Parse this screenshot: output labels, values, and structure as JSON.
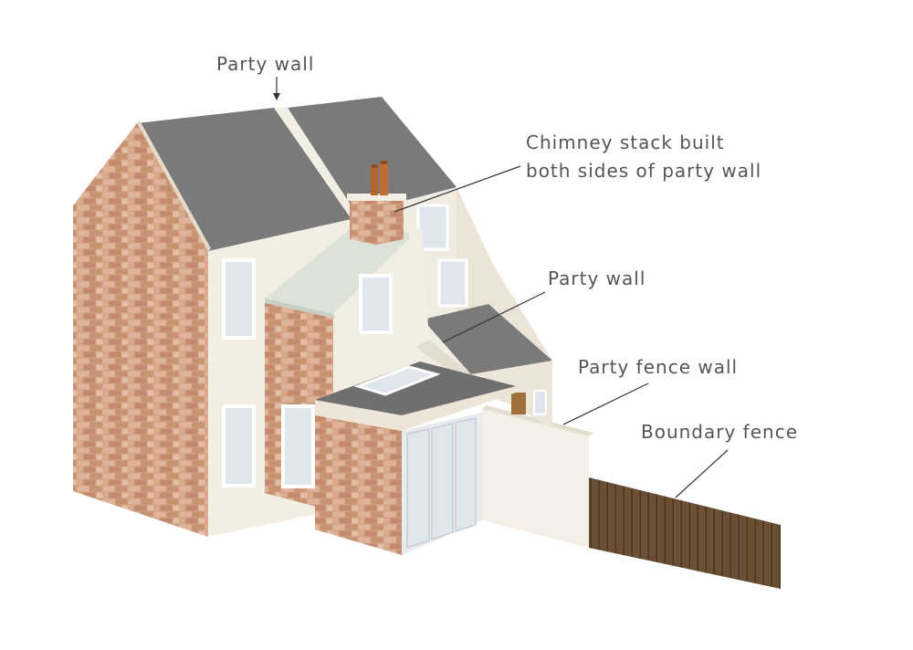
{
  "labels": {
    "party_wall_top": "Party wall",
    "chimney_line1": "Chimney stack built",
    "chimney_line2": "both sides of party wall",
    "party_wall_mid": "Party wall",
    "party_fence_wall": "Party fence wall",
    "boundary_fence": "Boundary fence"
  },
  "colors": {
    "roof": "#7a7a7a",
    "render": "#f3eee4",
    "brick": "#d7a88a",
    "fence": "#6b4f35",
    "window": "#dfe6ee",
    "label_text": "#555555"
  }
}
